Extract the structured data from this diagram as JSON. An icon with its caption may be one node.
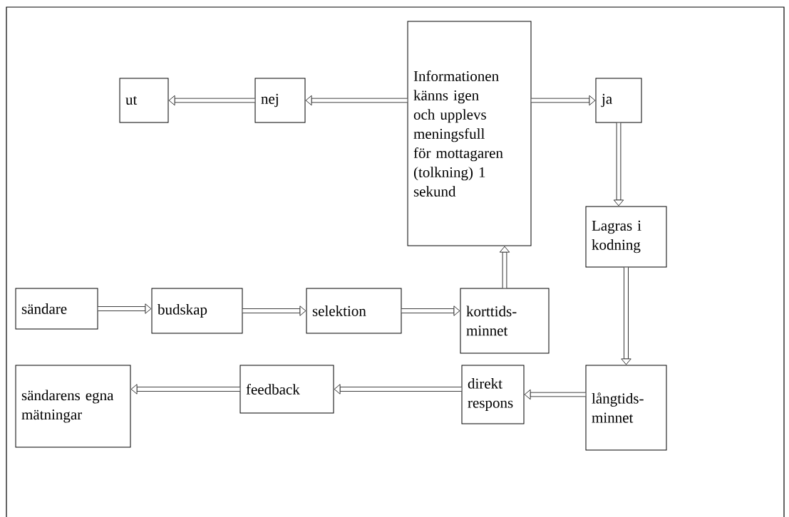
{
  "diagram": {
    "nodes": [
      {
        "text": [
          "Informationen känns igen och upplevs meningsfull för mottagaren (tolkning) 1 sekund"
        ]
      },
      {
        "text": [
          "nej"
        ]
      },
      {
        "text": [
          "ut"
        ]
      },
      {
        "text": [
          "ja"
        ]
      },
      {
        "text": [
          "Lagras i kodning"
        ]
      },
      {
        "text": [
          "sändare"
        ]
      },
      {
        "text": [
          "budskap"
        ]
      },
      {
        "text": [
          "selektion"
        ]
      },
      {
        "text": [
          "korttids- minnet"
        ]
      },
      {
        "text": [
          "långtids- minnet"
        ]
      },
      {
        "text": [
          "direkt respons"
        ]
      },
      {
        "text": [
          "feedback"
        ]
      },
      {
        "text": [
          "sändarens egna mätningar"
        ]
      }
    ],
    "edges": [
      {
        "from": 0,
        "to": 1,
        "arrow": "to"
      },
      {
        "from": 1,
        "to": 2,
        "arrow": "to"
      },
      {
        "from": 0,
        "to": 3,
        "arrow": "to"
      },
      {
        "from": 3,
        "to": 4,
        "arrow": "to"
      },
      {
        "from": 4,
        "to": 9,
        "arrow": "to"
      },
      {
        "from": 5,
        "to": 6,
        "arrow": "to"
      },
      {
        "from": 6,
        "to": 7,
        "arrow": "to"
      },
      {
        "from": 7,
        "to": 8,
        "arrow": "to"
      },
      {
        "from": 8,
        "to": 0,
        "arrow": "to"
      },
      {
        "from": 9,
        "to": 10,
        "arrow": "to"
      },
      {
        "from": 10,
        "to": 11,
        "arrow": "to"
      },
      {
        "from": 11,
        "to": 12,
        "arrow": "to"
      }
    ]
  }
}
